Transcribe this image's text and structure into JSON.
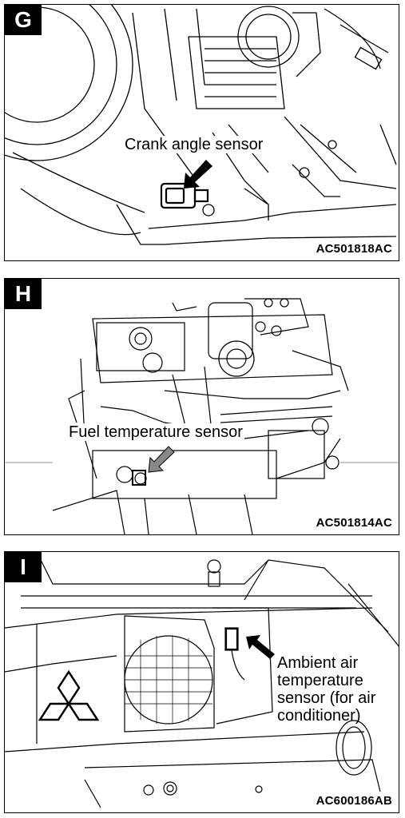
{
  "panels": [
    {
      "letter": "G",
      "callout": "Crank angle sensor",
      "code": "AC501818AC"
    },
    {
      "letter": "H",
      "callout": "Fuel temperature sensor",
      "code": "AC501814AC"
    },
    {
      "letter": "I",
      "callout_lines": [
        "Ambient air",
        "temperature",
        "sensor (for air",
        "conditioner)"
      ],
      "code": "AC600186AB"
    }
  ],
  "icons": {
    "g_arrow": "arrow-down-left-icon",
    "h_arrow": "arrow-down-left-icon",
    "i_arrow": "arrow-up-left-icon",
    "logo": "three-diamond-logo"
  },
  "colors": {
    "line": "#000000",
    "background": "#ffffff",
    "badge": "#000000"
  }
}
